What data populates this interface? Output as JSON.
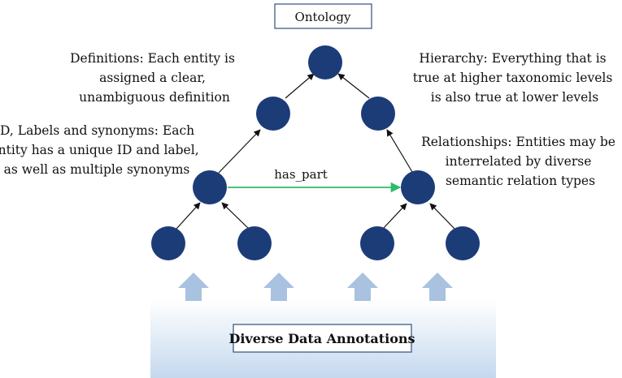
{
  "title": "Ontology",
  "bottom_label": "Diverse Data Annotations",
  "edge_label": "has_part",
  "annotations": {
    "definitions": [
      "Definitions: Each entity is",
      "assigned a clear,",
      "unambiguous definition"
    ],
    "id_labels": [
      "ID, Labels and synonyms: Each",
      "entity has a unique ID and label,",
      "as well as multiple synonyms"
    ],
    "hierarchy": [
      "Hierarchy: Everything that is",
      "true at higher taxonomic levels",
      "is also true at lower levels"
    ],
    "relationships": [
      "Relationships: Entities may be",
      "interrelated by diverse",
      "semantic relation types"
    ]
  },
  "colors": {
    "node": "#1c3c78",
    "edge": "#111111",
    "relation": "#2dbb6a",
    "up_arrow": "#a9c2e0",
    "gradient_top": "#ffffff",
    "gradient_bottom": "#c4d8ee"
  }
}
